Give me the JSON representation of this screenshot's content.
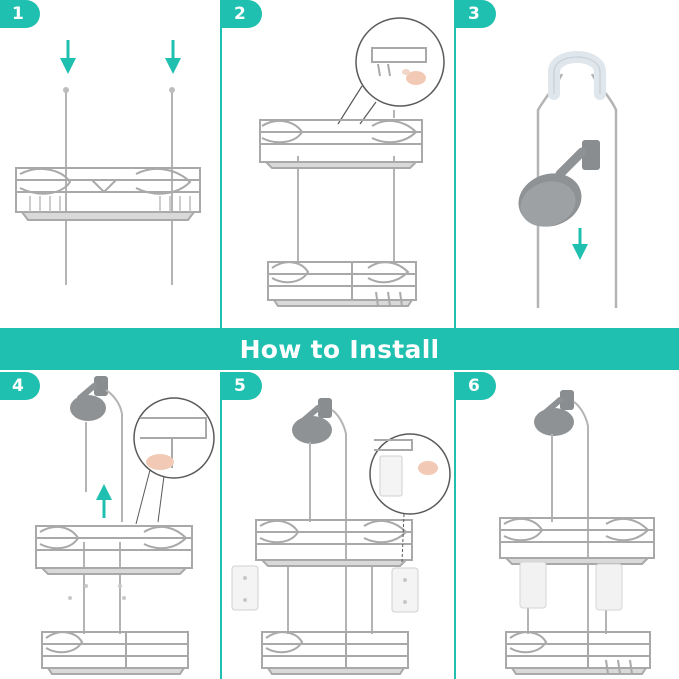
{
  "banner": {
    "title": "How to Install"
  },
  "steps": [
    {
      "number": "1"
    },
    {
      "number": "2"
    },
    {
      "number": "3"
    },
    {
      "number": "4"
    },
    {
      "number": "5"
    },
    {
      "number": "6"
    }
  ],
  "colors": {
    "accent": "#1fc0b0",
    "metal": "#a9a9a9",
    "metal_dark": "#8a8a8a",
    "showerhead": "#8f9294"
  }
}
